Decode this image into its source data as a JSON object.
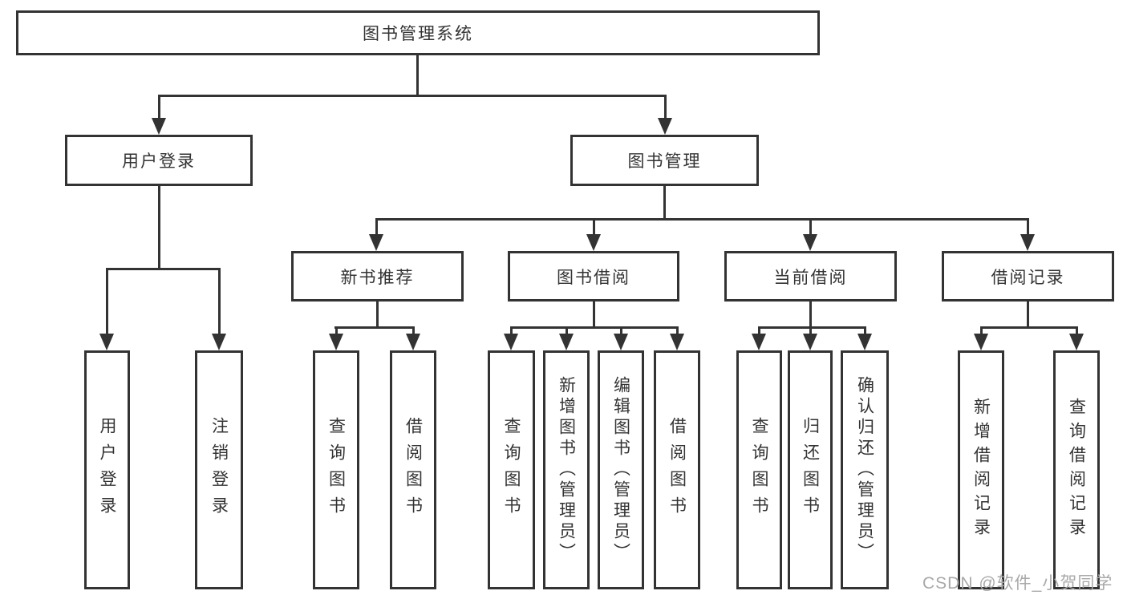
{
  "diagram": {
    "root": {
      "label": "图书管理系统"
    },
    "level2": [
      {
        "id": "user-login",
        "label": "用户登录"
      },
      {
        "id": "book-management",
        "label": "图书管理"
      }
    ],
    "level3": [
      {
        "id": "new-book-recommend",
        "label": "新书推荐",
        "parent": "图书管理"
      },
      {
        "id": "book-borrowing",
        "label": "图书借阅",
        "parent": "图书管理"
      },
      {
        "id": "current-borrowing",
        "label": "当前借阅",
        "parent": "图书管理"
      },
      {
        "id": "borrow-records",
        "label": "借阅记录",
        "parent": "图书管理"
      }
    ],
    "leaves": [
      {
        "label": "用户登录",
        "parent": "用户登录"
      },
      {
        "label": "注销登录",
        "parent": "用户登录"
      },
      {
        "label": "查询图书",
        "parent": "新书推荐"
      },
      {
        "label": "借阅图书",
        "parent": "新书推荐"
      },
      {
        "label": "查询图书",
        "parent": "图书借阅"
      },
      {
        "label": "新增图书（管理员）",
        "parent": "图书借阅"
      },
      {
        "label": "编辑图书（管理员）",
        "parent": "图书借阅"
      },
      {
        "label": "借阅图书",
        "parent": "图书借阅"
      },
      {
        "label": "查询图书",
        "parent": "当前借阅"
      },
      {
        "label": "归还图书",
        "parent": "当前借阅"
      },
      {
        "label": "确认归还（管理员）",
        "parent": "当前借阅"
      },
      {
        "label": "新增借阅记录",
        "parent": "借阅记录"
      },
      {
        "label": "查询借阅记录",
        "parent": "借阅记录"
      }
    ],
    "colors": {
      "line": "#333333",
      "box_border": "#333333",
      "text": "#333333",
      "background": "#ffffff",
      "watermark": "#a9a9a9"
    }
  },
  "watermark": {
    "text": "CSDN @软件_小贺同学"
  }
}
